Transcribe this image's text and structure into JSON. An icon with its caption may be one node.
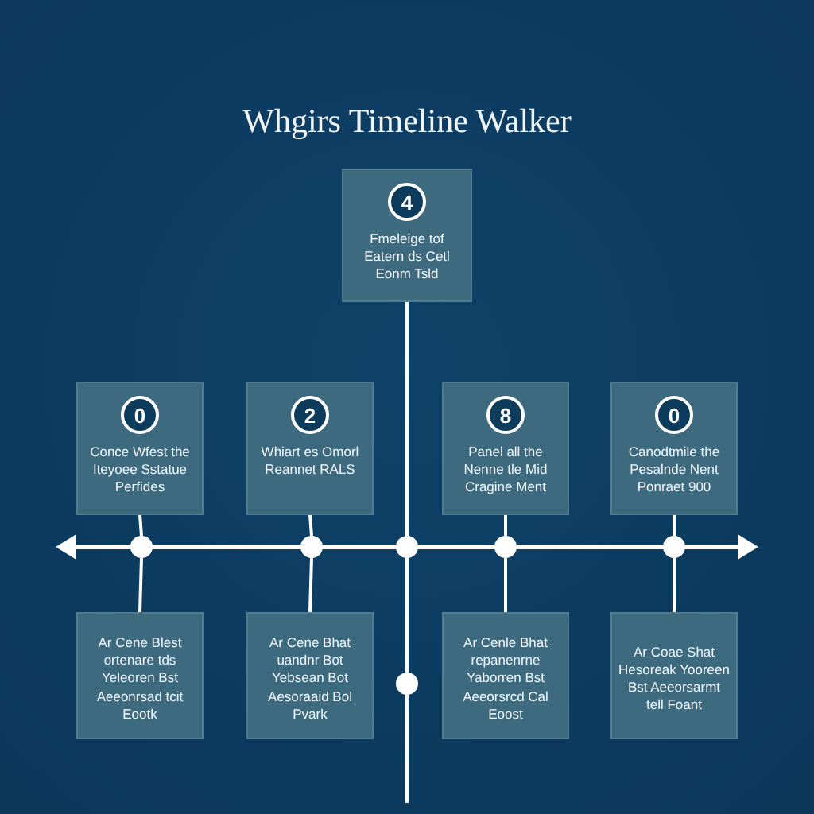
{
  "diagram": {
    "title": "Whgirs Timeline Walker",
    "nodes": [
      {
        "text": [
          "4",
          "Fmeleige tof Eatern ds Cetl Eonm Tsld"
        ]
      },
      {
        "text": [
          "0",
          "Conce Wfest the Iteyoee Sstatue Perfides"
        ]
      },
      {
        "text": [
          "2",
          "Whiart es Omorl Reannet RALS"
        ]
      },
      {
        "text": [
          "8",
          "Panel all the Nenne tle Mid Cragine Ment"
        ]
      },
      {
        "text": [
          "0",
          "Canodtmile the Pesalnde Nent Ponraet 900"
        ]
      },
      {
        "text": [],
        "shape": "circle"
      },
      {
        "text": [],
        "shape": "circle"
      },
      {
        "text": [],
        "shape": "circle"
      },
      {
        "text": [],
        "shape": "circle"
      },
      {
        "text": [],
        "shape": "circle"
      },
      {
        "text": [
          "Ar Cene Blest ortenare tds Yeleoren Bst Aeeonrsad tcit Eootk"
        ]
      },
      {
        "text": [
          "Ar Cene Bhat uandnr Bot Yebsean Bot Aesoraaid Bol Pvark"
        ]
      },
      {
        "text": [
          "Ar Cenle Bhat repanenrne Yaborren Bst Aeeorsrcd Cal Eoost"
        ]
      },
      {
        "text": [
          "Ar Coae Shat Hesoreak Yooreen Bst Aeeorsarmt tell Foant"
        ]
      },
      {
        "text": [],
        "shape": "circle"
      }
    ],
    "edges": [
      {
        "from": 0,
        "to": 7,
        "arrow": "none"
      },
      {
        "from": 1,
        "to": 5,
        "arrow": "none"
      },
      {
        "from": 5,
        "to": 10,
        "arrow": "none"
      },
      {
        "from": 2,
        "to": 6,
        "arrow": "none"
      },
      {
        "from": 6,
        "to": 11,
        "arrow": "none"
      },
      {
        "from": 3,
        "to": 8,
        "arrow": "none"
      },
      {
        "from": 8,
        "to": 12,
        "arrow": "none"
      },
      {
        "from": 4,
        "to": 9,
        "arrow": "none"
      },
      {
        "from": 9,
        "to": 13,
        "arrow": "none"
      },
      {
        "from": 7,
        "to": 14,
        "arrow": "none"
      },
      {
        "from": 14,
        "to": null,
        "arrow": "none"
      }
    ]
  }
}
